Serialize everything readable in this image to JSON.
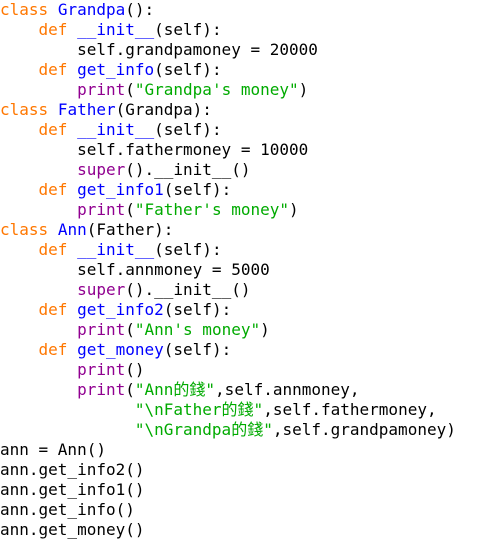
{
  "editor": {
    "colors": {
      "keyword": "#ff7700",
      "definition": "#0000ff",
      "builtin": "#900090",
      "string": "#00aa00",
      "default": "#000000",
      "background": "#ffffff"
    },
    "lines": [
      [
        {
          "t": "kw",
          "v": "class"
        },
        {
          "t": "plain",
          "v": " "
        },
        {
          "t": "def",
          "v": "Grandpa"
        },
        {
          "t": "plain",
          "v": "():"
        }
      ],
      [
        {
          "t": "plain",
          "v": "    "
        },
        {
          "t": "kw",
          "v": "def"
        },
        {
          "t": "plain",
          "v": " "
        },
        {
          "t": "def",
          "v": "__init__"
        },
        {
          "t": "plain",
          "v": "(self):"
        }
      ],
      [
        {
          "t": "plain",
          "v": "        self.grandpamoney = 20000"
        }
      ],
      [
        {
          "t": "plain",
          "v": "    "
        },
        {
          "t": "kw",
          "v": "def"
        },
        {
          "t": "plain",
          "v": " "
        },
        {
          "t": "def",
          "v": "get_info"
        },
        {
          "t": "plain",
          "v": "(self):"
        }
      ],
      [
        {
          "t": "plain",
          "v": "        "
        },
        {
          "t": "builtin",
          "v": "print"
        },
        {
          "t": "plain",
          "v": "("
        },
        {
          "t": "str",
          "v": "\"Grandpa's money\""
        },
        {
          "t": "plain",
          "v": ")"
        }
      ],
      [
        {
          "t": "kw",
          "v": "class"
        },
        {
          "t": "plain",
          "v": " "
        },
        {
          "t": "def",
          "v": "Father"
        },
        {
          "t": "plain",
          "v": "(Grandpa):"
        }
      ],
      [
        {
          "t": "plain",
          "v": "    "
        },
        {
          "t": "kw",
          "v": "def"
        },
        {
          "t": "plain",
          "v": " "
        },
        {
          "t": "def",
          "v": "__init__"
        },
        {
          "t": "plain",
          "v": "(self):"
        }
      ],
      [
        {
          "t": "plain",
          "v": "        self.fathermoney = 10000"
        }
      ],
      [
        {
          "t": "plain",
          "v": "        "
        },
        {
          "t": "builtin",
          "v": "super"
        },
        {
          "t": "plain",
          "v": "().__init__()"
        }
      ],
      [
        {
          "t": "plain",
          "v": "    "
        },
        {
          "t": "kw",
          "v": "def"
        },
        {
          "t": "plain",
          "v": " "
        },
        {
          "t": "def",
          "v": "get_info1"
        },
        {
          "t": "plain",
          "v": "(self):"
        }
      ],
      [
        {
          "t": "plain",
          "v": "        "
        },
        {
          "t": "builtin",
          "v": "print"
        },
        {
          "t": "plain",
          "v": "("
        },
        {
          "t": "str",
          "v": "\"Father's money\""
        },
        {
          "t": "plain",
          "v": ")"
        }
      ],
      [
        {
          "t": "kw",
          "v": "class"
        },
        {
          "t": "plain",
          "v": " "
        },
        {
          "t": "def",
          "v": "Ann"
        },
        {
          "t": "plain",
          "v": "(Father):"
        }
      ],
      [
        {
          "t": "plain",
          "v": "    "
        },
        {
          "t": "kw",
          "v": "def"
        },
        {
          "t": "plain",
          "v": " "
        },
        {
          "t": "def",
          "v": "__init__"
        },
        {
          "t": "plain",
          "v": "(self):"
        }
      ],
      [
        {
          "t": "plain",
          "v": "        self.annmoney = 5000"
        }
      ],
      [
        {
          "t": "plain",
          "v": "        "
        },
        {
          "t": "builtin",
          "v": "super"
        },
        {
          "t": "plain",
          "v": "().__init__()"
        }
      ],
      [
        {
          "t": "plain",
          "v": "    "
        },
        {
          "t": "kw",
          "v": "def"
        },
        {
          "t": "plain",
          "v": " "
        },
        {
          "t": "def",
          "v": "get_info2"
        },
        {
          "t": "plain",
          "v": "(self):"
        }
      ],
      [
        {
          "t": "plain",
          "v": "        "
        },
        {
          "t": "builtin",
          "v": "print"
        },
        {
          "t": "plain",
          "v": "("
        },
        {
          "t": "str",
          "v": "\"Ann's money\""
        },
        {
          "t": "plain",
          "v": ")"
        }
      ],
      [
        {
          "t": "plain",
          "v": "    "
        },
        {
          "t": "kw",
          "v": "def"
        },
        {
          "t": "plain",
          "v": " "
        },
        {
          "t": "def",
          "v": "get_money"
        },
        {
          "t": "plain",
          "v": "(self):"
        }
      ],
      [
        {
          "t": "plain",
          "v": "        "
        },
        {
          "t": "builtin",
          "v": "print"
        },
        {
          "t": "plain",
          "v": "()"
        }
      ],
      [
        {
          "t": "plain",
          "v": "        "
        },
        {
          "t": "builtin",
          "v": "print"
        },
        {
          "t": "plain",
          "v": "("
        },
        {
          "t": "str",
          "v": "\"Ann的錢\""
        },
        {
          "t": "plain",
          "v": ",self.annmoney,"
        }
      ],
      [
        {
          "t": "plain",
          "v": "              "
        },
        {
          "t": "str",
          "v": "\"\\nFather的錢\""
        },
        {
          "t": "plain",
          "v": ",self.fathermoney,"
        }
      ],
      [
        {
          "t": "plain",
          "v": "              "
        },
        {
          "t": "str",
          "v": "\"\\nGrandpa的錢\""
        },
        {
          "t": "plain",
          "v": ",self.grandpamoney)"
        }
      ],
      [
        {
          "t": "plain",
          "v": "ann = Ann()"
        }
      ],
      [
        {
          "t": "plain",
          "v": "ann.get_info2()"
        }
      ],
      [
        {
          "t": "plain",
          "v": "ann.get_info1()"
        }
      ],
      [
        {
          "t": "plain",
          "v": "ann.get_info()"
        }
      ],
      [
        {
          "t": "plain",
          "v": "ann.get_money()"
        }
      ]
    ]
  }
}
